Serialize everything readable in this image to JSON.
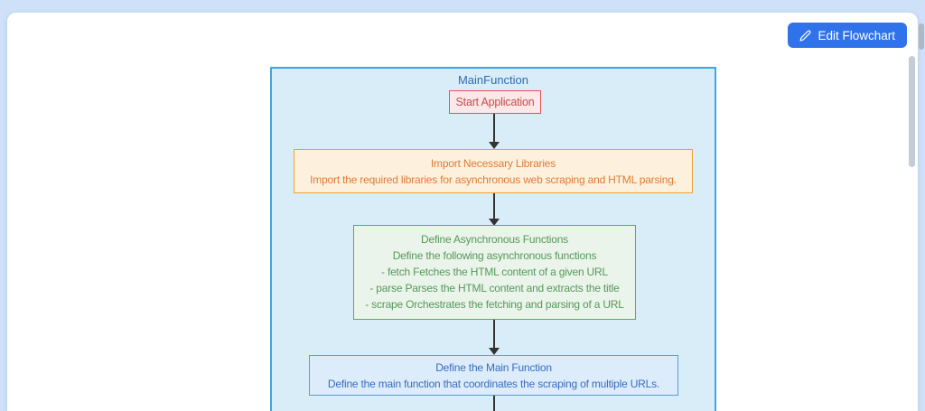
{
  "toolbar": {
    "edit_button": "Edit Flowchart"
  },
  "flowchart": {
    "cluster_title": "MainFunction",
    "nodes": {
      "start": {
        "title": "Start Application"
      },
      "import": {
        "title": "Import Necessary Libraries",
        "lines": [
          "Import the required libraries for asynchronous web scraping and HTML parsing."
        ]
      },
      "async_funcs": {
        "title": "Define Asynchronous Functions",
        "lines": [
          "Define the following asynchronous functions",
          "- fetch Fetches the HTML content of a given URL",
          "- parse Parses the HTML content and extracts the title",
          "- scrape Orchestrates the fetching and parsing of a URL"
        ]
      },
      "main_func": {
        "title": "Define the Main Function",
        "lines": [
          "Define the main function that coordinates the scraping of multiple URLs."
        ]
      }
    },
    "edges": [
      {
        "from": "start",
        "to": "import"
      },
      {
        "from": "import",
        "to": "async_funcs"
      },
      {
        "from": "async_funcs",
        "to": "main_func"
      },
      {
        "from": "main_func",
        "to": "below-viewport"
      }
    ]
  },
  "colors": {
    "page_bg": "#cfe1f8",
    "card_bg": "#ffffff",
    "edit_button_bg": "#2f72ea",
    "container_border": "#42a5dd",
    "container_bg": "#d9edf8",
    "cluster_title_text": "#2e6cb0",
    "start_border": "#e35353",
    "start_bg": "#fbe8e8",
    "start_text": "#cb4b4b",
    "import_border": "#f0a432",
    "import_bg": "#fdf1dd",
    "import_text": "#e07b35",
    "async_border": "#61a563",
    "async_bg": "#eaf4ea",
    "async_text": "#55985a",
    "main_border": "#5b9bd6",
    "main_bg": "#dcecfa",
    "main_text": "#3a6cc0",
    "edge_color": "#333333"
  }
}
